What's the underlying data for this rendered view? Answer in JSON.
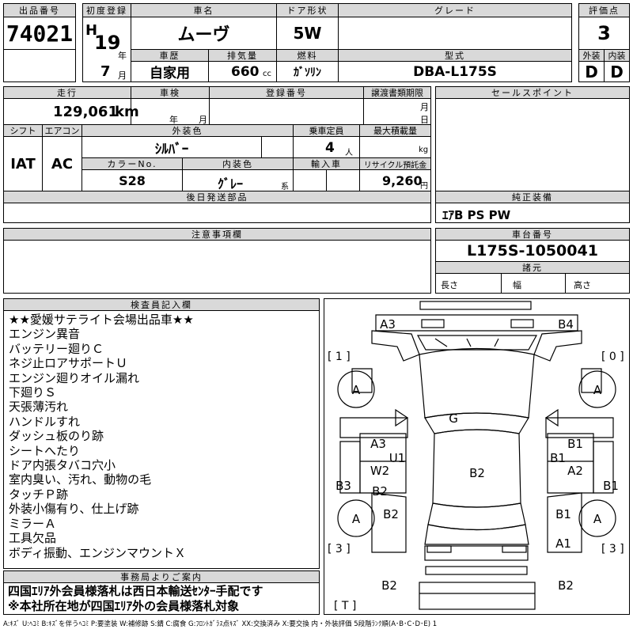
{
  "sheet": {
    "lot_no": {
      "label": "出品番号",
      "value": "74021"
    },
    "first_reg": {
      "label": "初度登録",
      "era": "H",
      "year": "19",
      "year_unit": "年",
      "month": "7",
      "month_unit": "月"
    },
    "car_name": {
      "label": "車名",
      "value": "ムーヴ"
    },
    "door": {
      "label": "ドア形状",
      "value": "5W"
    },
    "grade": {
      "label": "グレード",
      "value": ""
    },
    "score": {
      "label": "評価点",
      "value": "3"
    },
    "history": {
      "label": "車歴",
      "value": "自家用"
    },
    "displacement": {
      "label": "排気量",
      "value": "660",
      "unit": "cc"
    },
    "fuel": {
      "label": "燃料",
      "value": "ｶﾞｿﾘﾝ"
    },
    "model": {
      "label": "型式",
      "value": "DBA-L175S"
    },
    "exterior": {
      "label": "外装",
      "value": "D"
    },
    "interior": {
      "label": "内装",
      "value": "D"
    },
    "mileage": {
      "label": "走行",
      "value": "129,061",
      "unit": "km"
    },
    "inspection": {
      "label": "車検",
      "year_unit": "年",
      "month_unit": "月"
    },
    "reg_no": {
      "label": "登録番号",
      "value": ""
    },
    "transfer_deadline": {
      "label": "譲渡書類期限",
      "month_unit": "月",
      "day_unit": "日"
    },
    "sales_point": {
      "label": "セールスポイント",
      "value": ""
    },
    "shift": {
      "label": "シフト",
      "value": "IAT"
    },
    "aircon": {
      "label": "エアコン",
      "value": "AC"
    },
    "ext_color": {
      "label": "外装色",
      "value": "ｼﾙﾊﾞｰ"
    },
    "capacity": {
      "label": "乗車定員",
      "value": "4",
      "unit": "人"
    },
    "max_load": {
      "label": "最大積載量",
      "value": "",
      "unit": "kg"
    },
    "color_no": {
      "label": "カラーNo.",
      "value": "S28"
    },
    "int_color": {
      "label": "内装色",
      "value": "ｸﾞﾚｰ",
      "suffix": "系"
    },
    "import": {
      "label": "輸入車",
      "value": ""
    },
    "recycle": {
      "label": "リサイクル預託金",
      "value": "9,260",
      "unit": "円"
    },
    "later_parts": {
      "label": "後日発送部品",
      "value": ""
    },
    "equipment": {
      "label": "純正装備",
      "value": "ｴｱB PS PW"
    },
    "notes": {
      "label": "注意事項欄",
      "value": ""
    },
    "chassis": {
      "label": "車台番号",
      "value": "L175S-1050041"
    },
    "specs": {
      "label": "諸元",
      "length": "長さ",
      "width": "幅",
      "height": "高さ"
    },
    "inspector_label": "検査員記入欄",
    "inspector_lines": [
      "★★愛媛サテライト会場出品車★★",
      "エンジン異音",
      "バッテリー廻りＣ",
      "ネジ止ロアサポートＵ",
      "エンジン廻りオイル漏れ",
      "下廻りＳ",
      "天張薄汚れ",
      "ハンドルすれ",
      "ダッシュ板のり跡",
      "シートへたり",
      "ドア内張タバコ穴小",
      "室内臭い、汚れ、動物の毛",
      "タッチＰ跡",
      "外装小傷有り、仕上げ跡",
      "ミラーＡ",
      "工具欠品",
      "ボディ振動、エンジンマウントＸ"
    ],
    "office_label": "事務局よりご案内",
    "office_lines": [
      "四国ｴﾘｱ外会員様落札は西日本輸送ｾﾝﾀｰ手配です",
      "※本社所在地が四国ｴﾘｱ外の会員様落札対象"
    ],
    "legend": "A:ｷｽﾞ U:ﾍｺﾐ B:ｷｽﾞを伴うﾍｺﾐ P:要塗装 W:補修跡 S:錆 C:腐食 G:ﾌﾛﾝﾄｶﾞﾗｽ点ｷｽﾞ XX:交換済み X:要交換  内・外装評価  5段階ﾗﾝｸ順(A･B･C･D･E) 1"
  },
  "diagram": {
    "bracket_front_left": "[ 1 ]",
    "bracket_front_right": "[ 0 ]",
    "bracket_rear_left": "[ 3 ]",
    "bracket_rear_right": "[ 3 ]",
    "bracket_tail": "[ T ]",
    "marks": {
      "a3_top": "A3",
      "b4_top": "B4",
      "tire_fl": "A",
      "tire_fr": "A",
      "g": "G",
      "a3_left": "A3",
      "u1": "U1",
      "w2": "W2",
      "b2_left_door": "B2",
      "b3": "B3",
      "b1_right_door": "B1",
      "b1_right_pillar": "B1",
      "a2": "A2",
      "b1_right_side": "B1",
      "b2_center": "B2",
      "tire_rl": "A",
      "b2_rear_left": "B2",
      "tire_rr": "A",
      "b1_rear_right": "B1",
      "a1": "A1",
      "b2_bottom_left": "B2",
      "b2_bottom_right": "B2"
    }
  }
}
